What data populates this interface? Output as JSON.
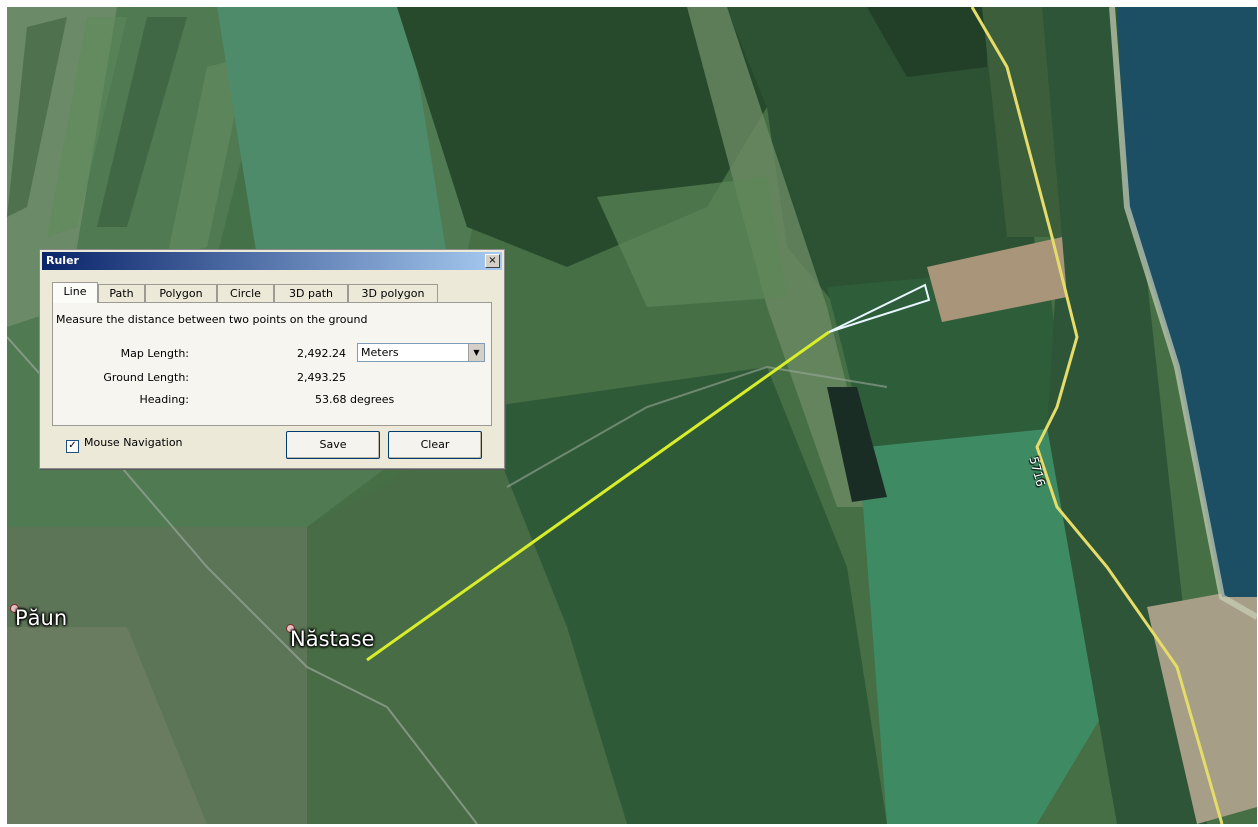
{
  "map": {
    "places": [
      {
        "name": "Păun"
      },
      {
        "name": "Năstase"
      }
    ],
    "road_label": "5716"
  },
  "ruler": {
    "title": "Ruler",
    "close_glyph": "×",
    "tabs": [
      {
        "label": "Line",
        "active": true
      },
      {
        "label": "Path",
        "active": false
      },
      {
        "label": "Polygon",
        "active": false
      },
      {
        "label": "Circle",
        "active": false
      },
      {
        "label": "3D path",
        "active": false
      },
      {
        "label": "3D polygon",
        "active": false
      }
    ],
    "description": "Measure the distance between two points on the ground",
    "map_length_label": "Map Length:",
    "map_length_value": "2,492.24",
    "unit_selected": "Meters",
    "ground_length_label": "Ground Length:",
    "ground_length_value": "2,493.25",
    "heading_label": "Heading:",
    "heading_value": "53.68 degrees",
    "mouse_navigation_label": "Mouse Navigation",
    "mouse_navigation_checked": true,
    "save_label": "Save",
    "clear_label": "Clear"
  },
  "colors": {
    "measure_line": "#d8ee2a",
    "road": "#e6dc6a",
    "sea": "#1c4f63",
    "dialog_face": "#ece9d8"
  },
  "icons": {
    "close": "close-icon",
    "dropdown": "chevron-down-icon",
    "checkbox": "checkbox-icon",
    "place_marker": "place-marker-icon"
  }
}
